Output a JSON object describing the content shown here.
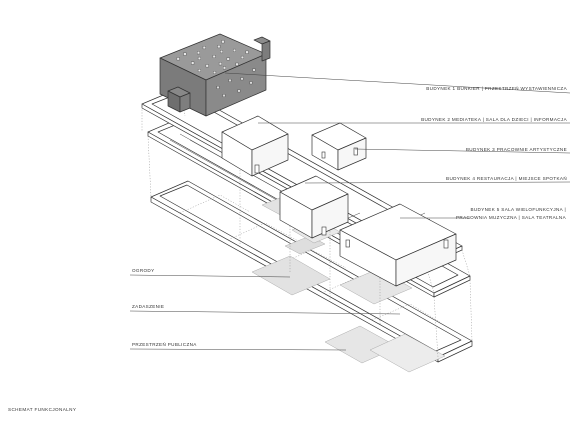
{
  "labels": {
    "b1": "BUDYNEK 1   BUNKIER | PRZESTRZEŃ WYSTAWIENNICZA",
    "b2": "BUDYNEK 2   MEDIATEKA | SALA DLA DZIECI | INFORMACJA",
    "b3": "BUDYNEK 3   PRACOWNIE ARTYSTYCZNE",
    "b4": "BUDYNEK 4   RESTAURACJA | MIEJSCE SPOTKAŃ",
    "b5_line1": "BUDYNEK 5   SALA WIELOFUNKCYJNA |",
    "b5_line2": "PRACOWNIA MUZYCZNA | SALA TEATRALNA",
    "ogrody": "OGRODY",
    "zadaszenie": "ZADASZENIE",
    "przestrzen": "PRZESTRZEŃ PUBLICZNA"
  },
  "caption": "SCHEMAT FUNKCJONALNY",
  "colors": {
    "bunker_top": "#9a9a9a",
    "bunker_side": "#8a8a8a",
    "bunker_front": "#7b7b7b",
    "shade": "#e3e3e3",
    "line": "#333333"
  }
}
